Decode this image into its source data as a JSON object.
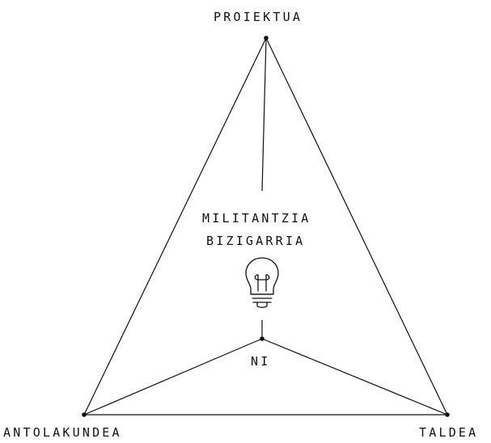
{
  "colors": {
    "line": "#111111",
    "background": "#ffffff"
  },
  "labels": {
    "top": "PROIEKTUA",
    "bottom_left": "ANTOLAKUNDEA",
    "bottom_right": "TALDEA",
    "center_line1": "MILITANTZIA",
    "center_line2": "BIZIGARRIA",
    "inner": "NI"
  },
  "icons": {
    "center": "lightbulb-icon"
  }
}
